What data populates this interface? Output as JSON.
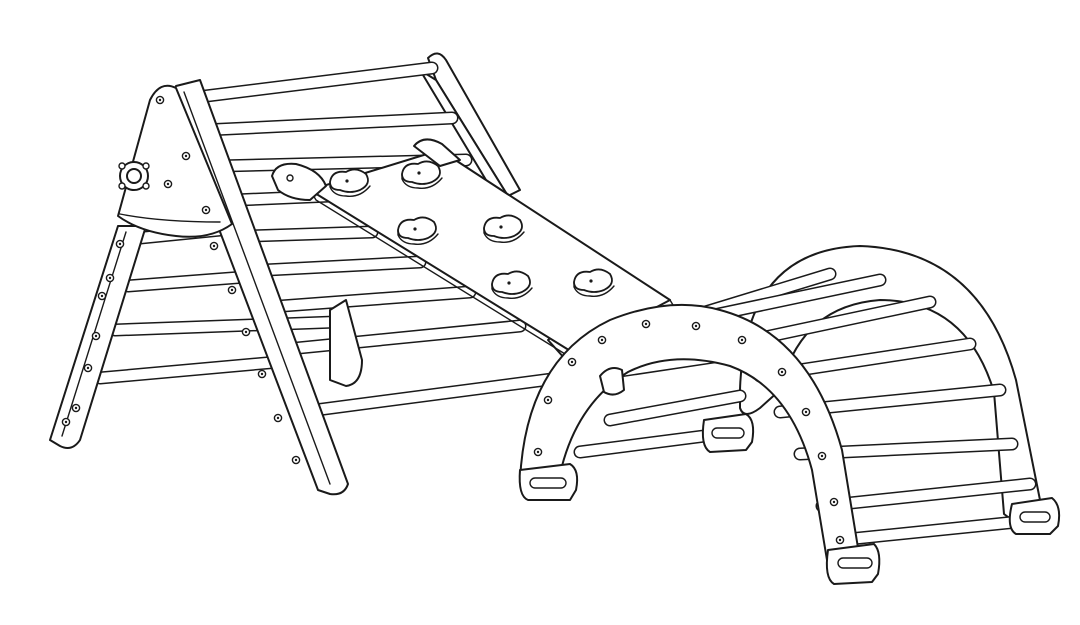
{
  "drawing": {
    "components": [
      {
        "id": "climbing-triangle"
      },
      {
        "id": "climbing-ramp"
      },
      {
        "id": "climbing-arch"
      }
    ],
    "line_color": "#1a1a1a",
    "background_color": "#ffffff"
  }
}
